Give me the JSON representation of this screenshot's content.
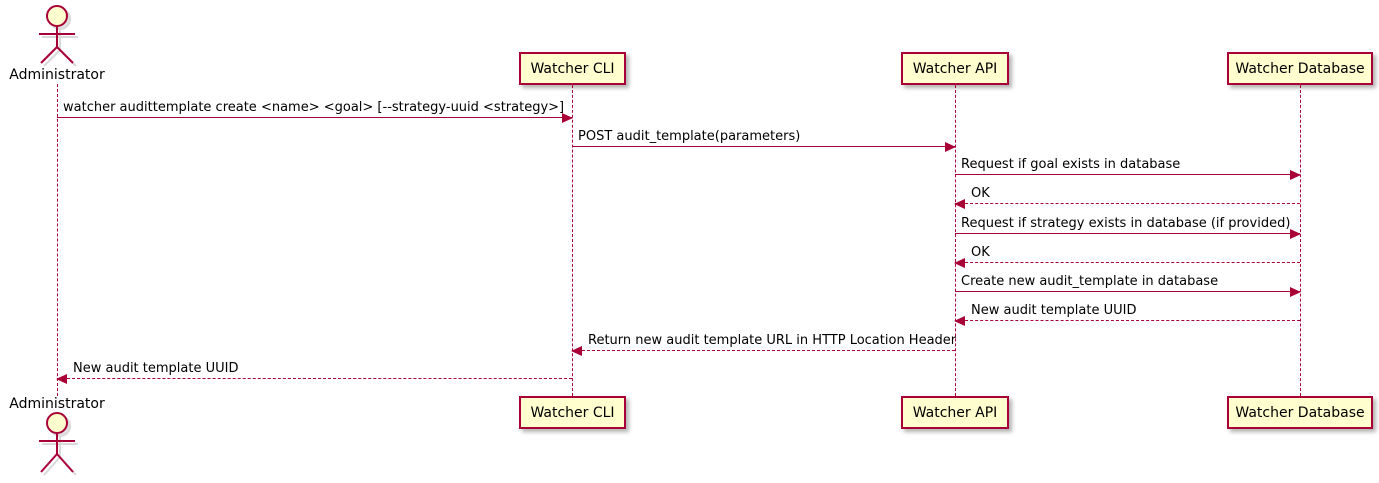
{
  "diagram": {
    "type": "sequence",
    "colors": {
      "accent": "#A80036",
      "participant_fill": "#FEFECE",
      "text": "#000000",
      "background": "#FFFFFF"
    },
    "actor": {
      "name": "Administrator"
    },
    "participants": [
      {
        "label": "Watcher CLI"
      },
      {
        "label": "Watcher API"
      },
      {
        "label": "Watcher Database"
      }
    ],
    "messages": [
      {
        "from": "Administrator",
        "to": "Watcher CLI",
        "style": "solid",
        "label": "watcher audittemplate create <name> <goal> [--strategy-uuid <strategy>]"
      },
      {
        "from": "Watcher CLI",
        "to": "Watcher API",
        "style": "solid",
        "label": "POST audit_template(parameters)"
      },
      {
        "from": "Watcher API",
        "to": "Watcher Database",
        "style": "solid",
        "label": "Request if goal exists in database"
      },
      {
        "from": "Watcher Database",
        "to": "Watcher API",
        "style": "dashed",
        "label": "OK"
      },
      {
        "from": "Watcher API",
        "to": "Watcher Database",
        "style": "solid",
        "label": "Request if strategy exists in database (if provided)"
      },
      {
        "from": "Watcher Database",
        "to": "Watcher API",
        "style": "dashed",
        "label": "OK"
      },
      {
        "from": "Watcher API",
        "to": "Watcher Database",
        "style": "solid",
        "label": "Create new audit_template in database"
      },
      {
        "from": "Watcher Database",
        "to": "Watcher API",
        "style": "dashed",
        "label": "New audit template UUID"
      },
      {
        "from": "Watcher API",
        "to": "Watcher CLI",
        "style": "dashed",
        "label": "Return new audit template URL in HTTP Location Header"
      },
      {
        "from": "Watcher CLI",
        "to": "Administrator",
        "style": "dashed",
        "label": "New audit template UUID"
      }
    ]
  }
}
